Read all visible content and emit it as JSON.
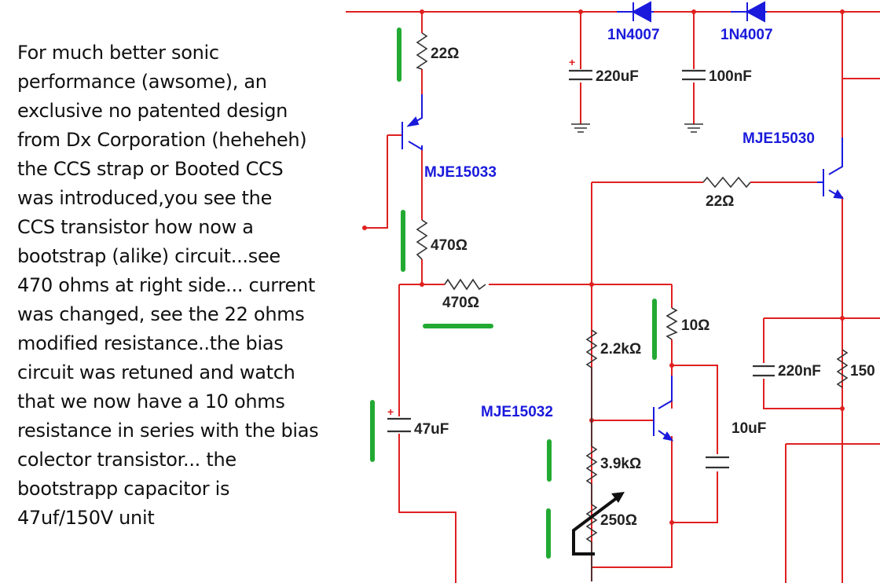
{
  "note": {
    "lines": [
      "For much better sonic",
      "performance (awsome), an",
      "exclusive no patented design",
      "from Dx Corporation (heheheh)",
      "the CCS strap or Booted CCS",
      "was introduced,you see the",
      "CCS transistor how now a",
      "bootstrap (alike) circuit...see",
      "470 ohms at right side... current",
      "was changed, see the 22 ohms",
      "modified resistance..the bias",
      "circuit was retuned and watch",
      "that we now have a 10 ohms",
      "resistance in series with the bias",
      "colector transistor... the",
      "bootstrapp capacitor is",
      "47uf/150V unit"
    ]
  },
  "schematic": {
    "colors": {
      "wire": "#e02020",
      "part": "#1a1adc",
      "marker": "#22aa33",
      "text": "#222222"
    },
    "labels": {
      "r_22_top": "22Ω",
      "r_470_vert": "470Ω",
      "r_470_horiz": "470Ω",
      "r_22_base": "22Ω",
      "r_10": "10Ω",
      "r_2k2": "2.2kΩ",
      "r_3k9": "3.9kΩ",
      "pot_250": "250Ω",
      "r_150": "150",
      "c_220u": "220uF",
      "c_100n": "100nF",
      "c_47u": "47uF",
      "c_220n": "220nF",
      "c_10u": "10uF",
      "d1": "1N4007",
      "d2": "1N4007",
      "q_ccs": "MJE15033",
      "q_out": "MJE15030",
      "q_bias": "MJE15032",
      "plus": "+"
    }
  }
}
